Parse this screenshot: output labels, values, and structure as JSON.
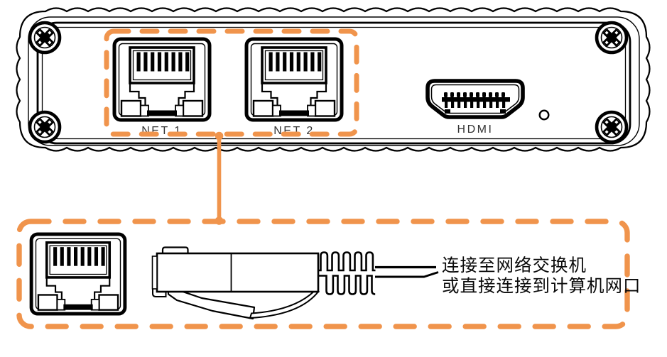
{
  "rear_panel": {
    "net1_label": "NET 1",
    "net2_label": "NET 2",
    "hdmi_label": "HDMI"
  },
  "detail_callout": {
    "line1": "连接至网络交换机",
    "line2": "或直接连接到计算机网口"
  },
  "colors": {
    "highlight_orange": "#F0944C",
    "line_black": "#000000",
    "port_label_gray": "#333333"
  }
}
